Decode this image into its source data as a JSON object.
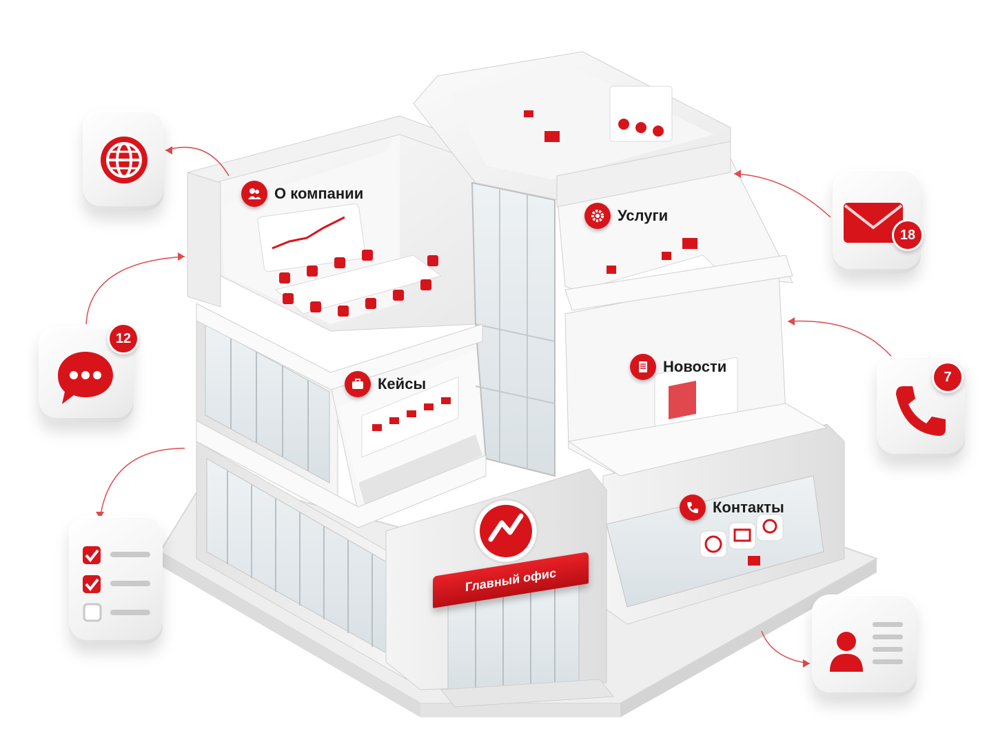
{
  "rooms": {
    "about": "О компании",
    "services": "Услуги",
    "cases": "Кейсы",
    "news": "Новости",
    "contacts": "Контакты",
    "main_office": "Главный офис"
  },
  "tiles": {
    "web_icon": "globe-icon",
    "mail_icon": "envelope-icon",
    "mail_count": "18",
    "chat_icon": "chat-bubble-icon",
    "chat_count": "12",
    "phone_icon": "phone-icon",
    "phone_count": "7",
    "tasks_icon": "checklist-icon",
    "profile_icon": "contact-card-icon"
  },
  "colors": {
    "accent": "#d8141b",
    "building": "#f2f2f2",
    "glass": "#dfe6ea"
  }
}
